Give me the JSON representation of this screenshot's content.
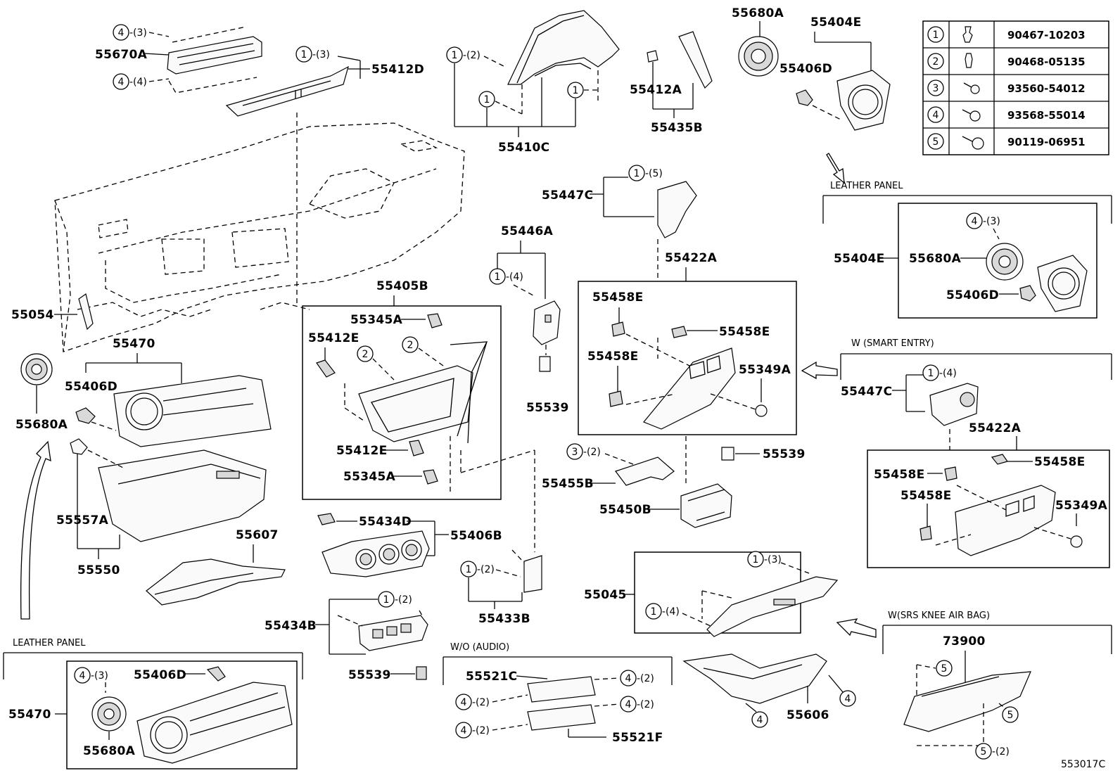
{
  "diagram_id": "553017C",
  "fastener_table": [
    {
      "ref": "1",
      "part": "90467-10203"
    },
    {
      "ref": "2",
      "part": "90468-05135"
    },
    {
      "ref": "3",
      "part": "93560-54012"
    },
    {
      "ref": "4",
      "part": "93568-55014"
    },
    {
      "ref": "5",
      "part": "90119-06951"
    }
  ],
  "sections": {
    "leather_panel_right": "LEATHER PANEL",
    "leather_panel_left": "LEATHER PANEL",
    "smart_entry": "W (SMART ENTRY)",
    "knee_airbag": "W(SRS KNEE AIR BAG)",
    "no_audio": "W/O (AUDIO)"
  },
  "labels": {
    "l55670A": "55670A",
    "l55412D": "55412D",
    "l55410C": "55410C",
    "l55412A": "55412A",
    "l55435B": "55435B",
    "l55680A_top": "55680A",
    "l55404E_top": "55404E",
    "l55406D_top": "55406D",
    "l55447C": "55447C",
    "l55422A": "55422A",
    "l55446A": "55446A",
    "l55405B": "55405B",
    "l55345A_a": "55345A",
    "l55345A_b": "55345A",
    "l55412E_a": "55412E",
    "l55412E_b": "55412E",
    "l55458E_1": "55458E",
    "l55458E_2": "55458E",
    "l55458E_3": "55458E",
    "l55349A": "55349A",
    "l55539_a": "55539",
    "l55539_b": "55539",
    "l55539_c": "55539",
    "l55054": "55054",
    "l55470": "55470",
    "l55406D_left": "55406D",
    "l55680A_left": "55680A",
    "l55557A": "55557A",
    "l55550": "55550",
    "l55607": "55607",
    "l55434D": "55434D",
    "l55406B": "55406B",
    "l55434B": "55434B",
    "l55433B": "55433B",
    "l55455B": "55455B",
    "l55450B": "55450B",
    "l55045": "55045",
    "l55521C": "55521C",
    "l55521F": "55521F",
    "l55606": "55606",
    "l73900": "73900",
    "l55404E_r": "55404E",
    "l55680A_r": "55680A",
    "l55406D_r": "55406D",
    "l55447C_r": "55447C",
    "l55422A_r": "55422A",
    "l55458E_r1": "55458E",
    "l55458E_r2": "55458E",
    "l55458E_r3": "55458E",
    "l55349A_r": "55349A",
    "l55470_b": "55470",
    "l55406D_b": "55406D",
    "l55680A_b": "55680A"
  },
  "callouts": {
    "q_4_3": "-(3)",
    "q_4_4": "-(4)",
    "q_1_3": "-(3)",
    "q_1_2": "-(2)",
    "q_1_5": "-(5)",
    "q_1_4": "-(4)",
    "q_3_2": "-(2)",
    "q_4_2": "-(2)",
    "q_5_2": "-(2)"
  }
}
